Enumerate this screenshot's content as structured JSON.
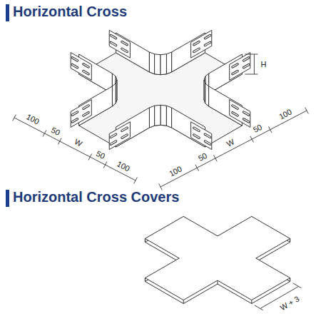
{
  "diagram": {
    "title": "Horizontal Cross",
    "labels": [
      "Horizontal Cross Covers",
      "100",
      "50",
      "W",
      "50",
      "100",
      "100",
      "50",
      "W",
      "50",
      "100",
      "H",
      "W + 3"
    ]
  }
}
